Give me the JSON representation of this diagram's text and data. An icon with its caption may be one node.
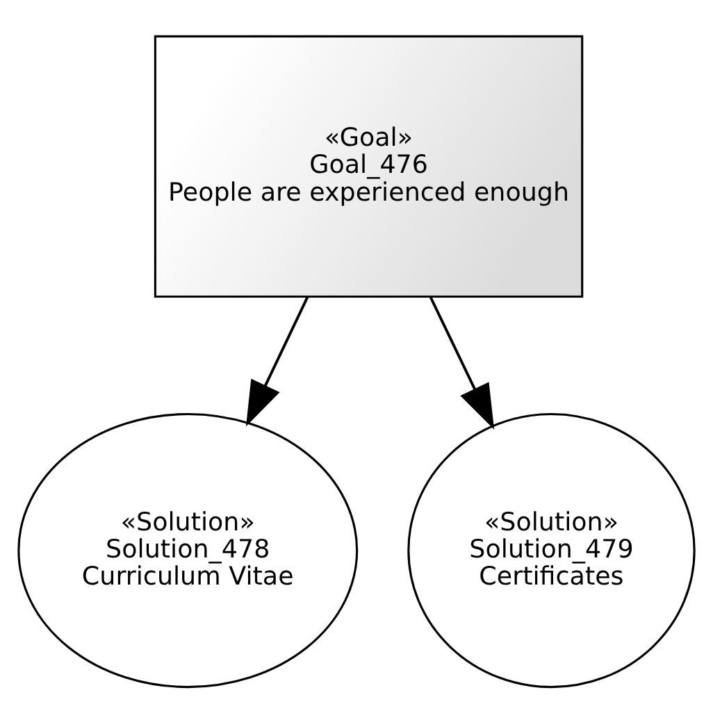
{
  "diagram": {
    "nodes": [
      {
        "text": [
          "«Goal»",
          "Goal_476",
          "People are experienced enough"
        ]
      },
      {
        "text": [
          "«Solution»",
          "Solution_478",
          "Curriculum Vitae"
        ]
      },
      {
        "text": [
          "«Solution»",
          "Solution_479",
          "Certificates"
        ]
      }
    ],
    "edges": [
      {
        "from": 0,
        "to": 1,
        "arrow": "to"
      },
      {
        "from": 0,
        "to": 2,
        "arrow": "to"
      }
    ]
  }
}
